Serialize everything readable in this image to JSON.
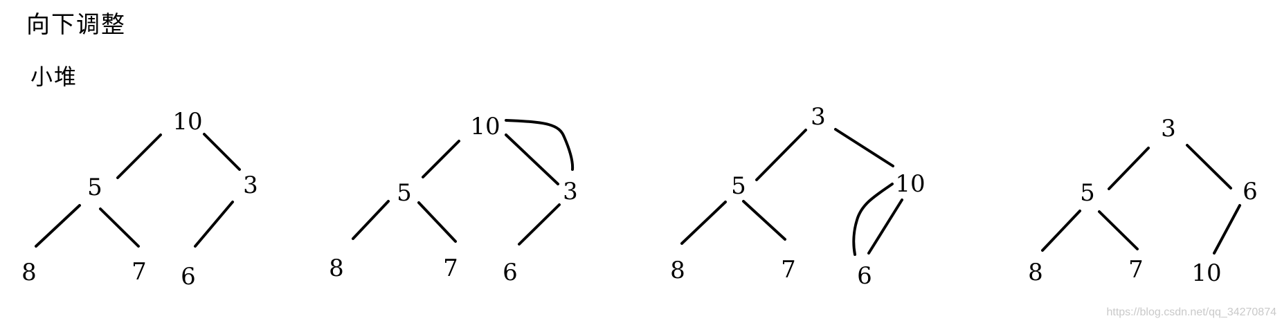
{
  "title": "向下调整",
  "subtitle": "小堆",
  "watermark": "https://blog.csdn.net/qq_34270874",
  "stages": [
    {
      "nodes": [
        "10",
        "5",
        "3",
        "8",
        "7",
        "6"
      ]
    },
    {
      "nodes": [
        "10",
        "5",
        "3",
        "8",
        "7",
        "6"
      ]
    },
    {
      "nodes": [
        "3",
        "5",
        "10",
        "8",
        "7",
        "6"
      ]
    },
    {
      "nodes": [
        "3",
        "5",
        "6",
        "8",
        "7",
        "10"
      ]
    }
  ]
}
